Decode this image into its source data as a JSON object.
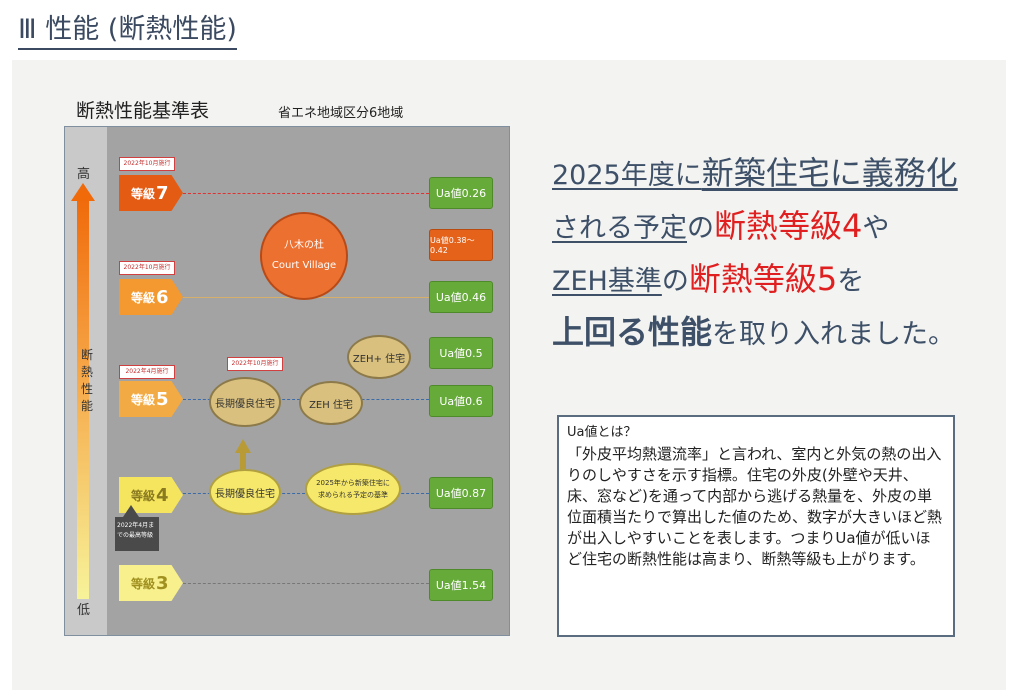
{
  "page": {
    "title": "Ⅲ 性能 (断熱性能)"
  },
  "table": {
    "title": "断熱性能基準表",
    "subtitle": "省エネ地域区分6地域"
  },
  "axis": {
    "high": "高",
    "low": "低",
    "label": "断熱性能"
  },
  "grades": [
    {
      "prefix": "等級",
      "num": "7",
      "tag": "2022年10月施行"
    },
    {
      "prefix": "等級",
      "num": "6",
      "tag": "2022年10月施行"
    },
    {
      "prefix": "等級",
      "num": "5",
      "tag": "2022年4月施行"
    },
    {
      "prefix": "等級",
      "num": "4",
      "tag": ""
    },
    {
      "prefix": "等級",
      "num": "3",
      "tag": ""
    }
  ],
  "grade4_note": "2022年4月までの最高等級",
  "ua_values": [
    "Ua値0.26",
    "Ua値0.38〜0.42",
    "Ua値0.46",
    "Ua値0.5",
    "Ua値0.6",
    "Ua値0.87",
    "Ua値1.54"
  ],
  "circles": {
    "yagi_line1": "八木の杜",
    "yagi_line2": "Court Village",
    "zeh_plus": "ZEH+ 住宅",
    "zeh": "ZEH 住宅",
    "choki_upper": "長期優良住宅",
    "choki_upper_tag": "2022年10月施行",
    "choki_lower": "長期優良住宅",
    "mandatory_line1": "2025年から新築住宅に",
    "mandatory_line2": "求められる予定の基準"
  },
  "headline": {
    "l1a": "2025年度に",
    "l1b": "新築住宅に義務化",
    "l2a": "される予定",
    "l2b": "の",
    "l2c": "断熱等級4",
    "l2d": "や",
    "l3a": "ZEH基準",
    "l3b": "の",
    "l3c": "断熱等級5",
    "l3d": "を",
    "l4a": "上回る性能",
    "l4b": "を取り入れました。"
  },
  "info": {
    "title": "Ua値とは？",
    "body": "「外皮平均熱還流率」と言われ、室内と外気の熱の出入りのしやすさを示す指標。住宅の外皮(外壁や天井、床、窓など)を通って内部から逃げる熱量を、外皮の単位面積当たりで算出した値のため、数字が大きいほど熱が出入しやすいことを表します。つまりUa値が低いほど住宅の断熱性能は高まり、断熱等級も上がります。"
  },
  "colors": {
    "grade7": "#e45b14",
    "grade6": "#f3992f",
    "grade5": "#f2ab44",
    "grade4": "#f5e55e",
    "grade3": "#f7f08c",
    "ua_green": "#66aa3a",
    "ua_orange": "#e4621a",
    "headline_red": "#e02020",
    "headline_navy": "#3d5068"
  }
}
